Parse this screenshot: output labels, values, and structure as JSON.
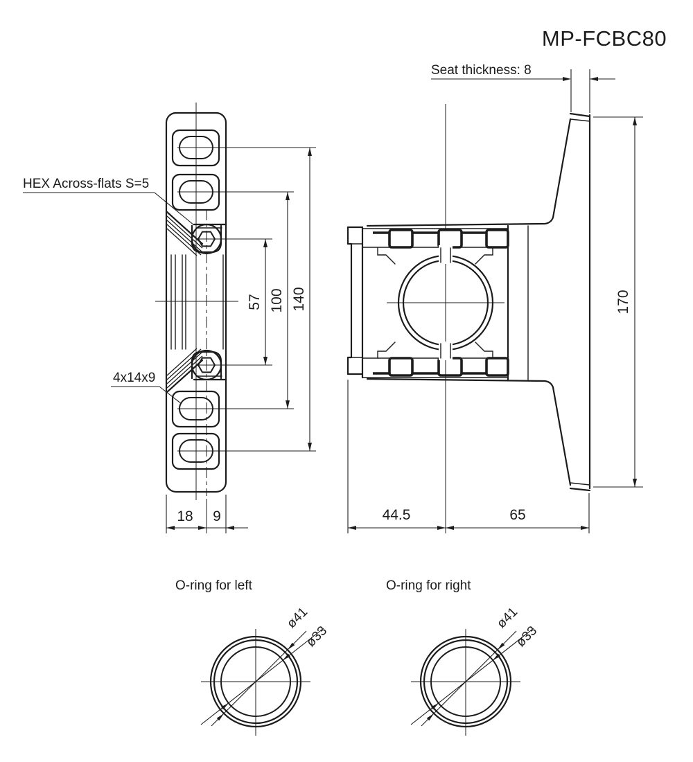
{
  "title": "MP-FCBC80",
  "colors": {
    "line": "#1c1c1c",
    "background": "#ffffff"
  },
  "front_view": {
    "hex_note": "HEX Across-flats S=5",
    "slot_note": "4x14x9",
    "dim_57": "57",
    "dim_100": "100",
    "dim_140": "140",
    "dim_18": "18",
    "dim_9": "9"
  },
  "side_view": {
    "seat_note": "Seat thickness: 8",
    "dim_170": "170",
    "dim_44_5": "44.5",
    "dim_65": "65"
  },
  "oring_left": {
    "label": "O-ring for left",
    "dim_outer": "ø41",
    "dim_inner": "ø33"
  },
  "oring_right": {
    "label": "O-ring for right",
    "dim_outer": "ø41",
    "dim_inner": "ø33"
  }
}
